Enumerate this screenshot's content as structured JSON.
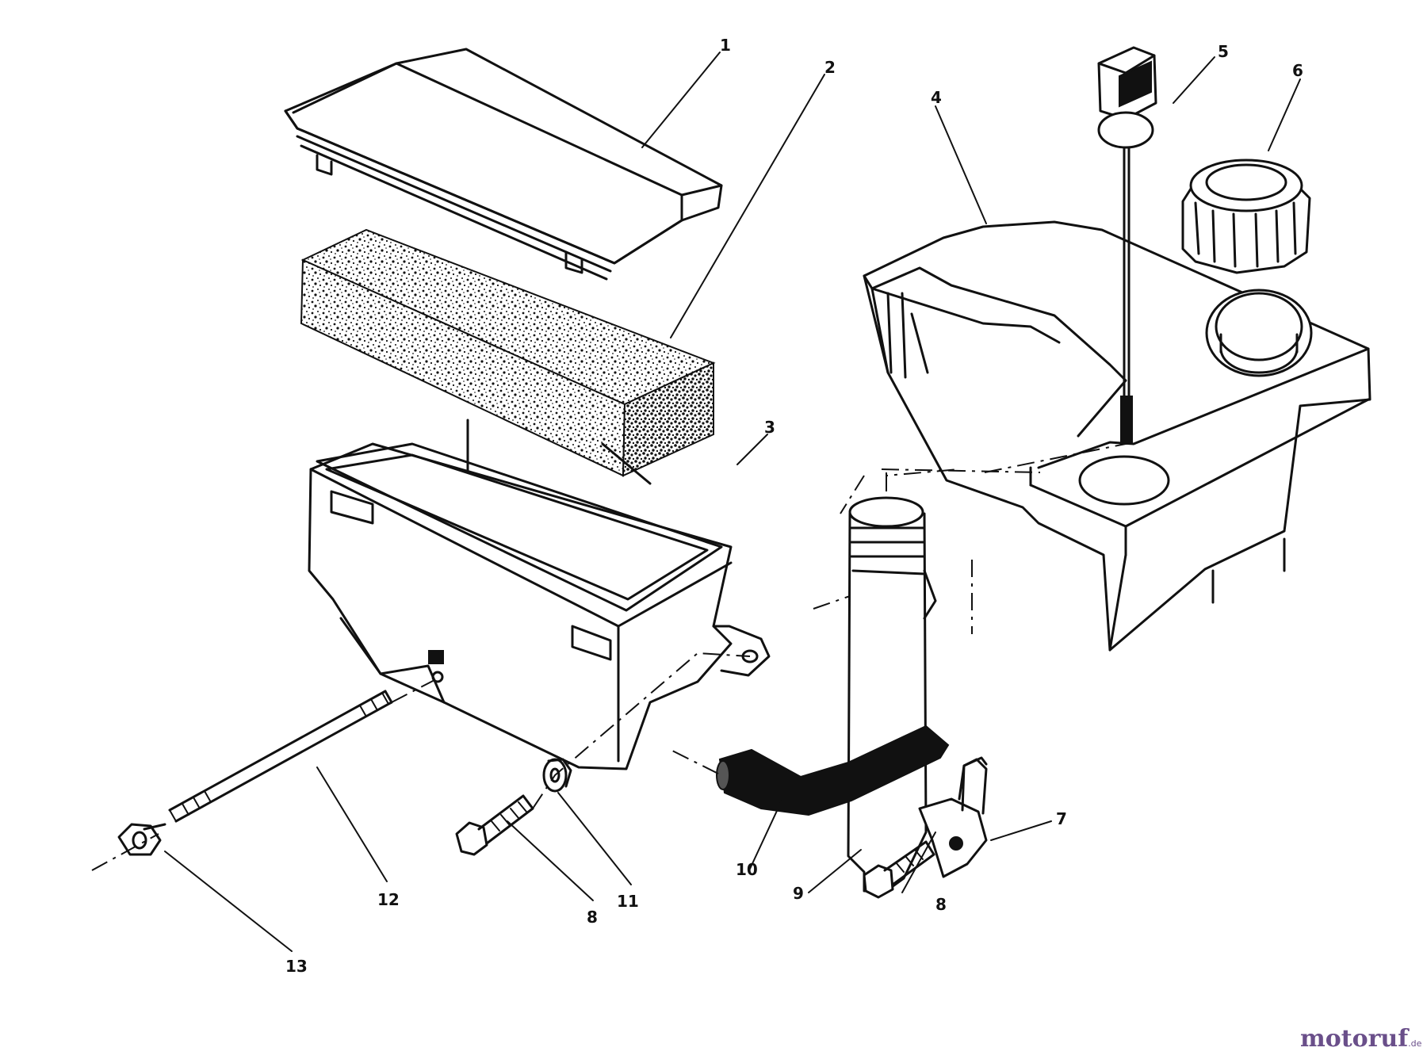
{
  "callouts": {
    "c1": "1",
    "c2": "2",
    "c3": "3",
    "c4": "4",
    "c5": "5",
    "c6": "6",
    "c7": "7",
    "c8a": "8",
    "c8b": "8",
    "c9": "9",
    "c10": "10",
    "c11": "11",
    "c12": "12",
    "c13": "13"
  },
  "watermark": {
    "part1": "motoruf",
    "part2": ".de"
  }
}
